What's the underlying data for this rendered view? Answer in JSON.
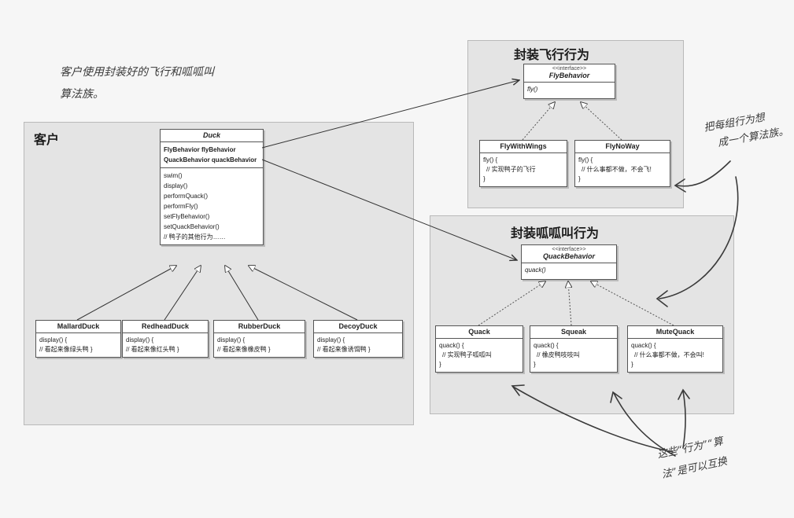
{
  "annotations": {
    "top_left_line1": "客户使用封装好的飞行和呱呱叫",
    "top_left_line2": "算法族。",
    "right_top_line1": "把每组行为想",
    "right_top_line2": "成一个算法族。",
    "bottom_right_line1": "这些“行为”“算",
    "bottom_right_line2": "法”是可以互换"
  },
  "client_panel": {
    "title": "客户",
    "duck": {
      "name": "Duck",
      "fields": [
        "FlyBehavior flyBehavior",
        "QuackBehavior quackBehavior"
      ],
      "methods": [
        "swim()",
        "display()",
        "performQuack()",
        "performFly()",
        "setFlyBehavior()",
        "setQuackBehavior()",
        "// 鸭子的其他行为……"
      ]
    },
    "subclasses": [
      {
        "name": "MallardDuck",
        "line1": "display() {",
        "line2": "// 看起来像绿头鸭 }"
      },
      {
        "name": "RedheadDuck",
        "line1": "display() {",
        "line2": "// 看起来像红头鸭 }"
      },
      {
        "name": "RubberDuck",
        "line1": "display() {",
        "line2": "// 看起来像橡皮鸭 }"
      },
      {
        "name": "DecoyDuck",
        "line1": "display() {",
        "line2": "// 看起来像诱饵鸭 }"
      }
    ]
  },
  "fly_panel": {
    "title": "封装飞行行为",
    "interface": {
      "stereotype": "<<interface>>",
      "name": "FlyBehavior",
      "method": "fly()"
    },
    "impls": [
      {
        "name": "FlyWithWings",
        "line1": "fly() {",
        "line2": "// 实现鸭子的飞行",
        "line3": "}"
      },
      {
        "name": "FlyNoWay",
        "line1": "fly() {",
        "line2": "// 什么事都不做，不会飞!",
        "line3": "}"
      }
    ]
  },
  "quack_panel": {
    "title": "封装呱呱叫行为",
    "interface": {
      "stereotype": "<<interface>>",
      "name": "QuackBehavior",
      "method": "quack()"
    },
    "impls": [
      {
        "name": "Quack",
        "line1": "quack() {",
        "line2": "// 实现鸭子呱呱叫",
        "line3": "}"
      },
      {
        "name": "Squeak",
        "line1": "quack() {",
        "line2": "// 橡皮鸭吱吱叫",
        "line3": "}"
      },
      {
        "name": "MuteQuack",
        "line1": "quack() {",
        "line2": "// 什么事都不做，不会叫!",
        "line3": "}"
      }
    ]
  },
  "colors": {
    "panel": "#e4e4e4",
    "line": "#333333",
    "background": "#f6f6f6"
  }
}
